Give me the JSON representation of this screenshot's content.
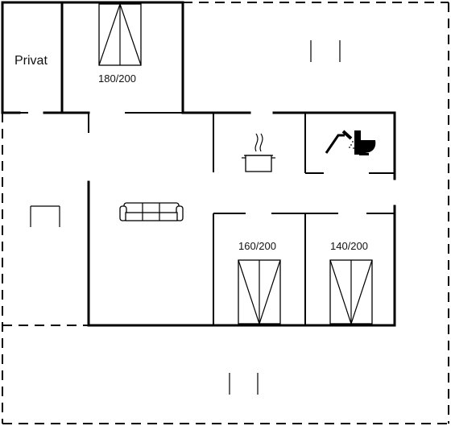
{
  "rooms": {
    "private": {
      "label": "Privat"
    },
    "bedroom_top": {
      "bed_size": "180/200"
    },
    "bedroom_middle": {
      "bed_size": "160/200"
    },
    "bedroom_right": {
      "bed_size": "140/200"
    }
  },
  "icons": [
    "bed-icon",
    "sofa-icon",
    "cooking-pot-icon",
    "shower-icon",
    "toilet-icon",
    "table-icon"
  ]
}
